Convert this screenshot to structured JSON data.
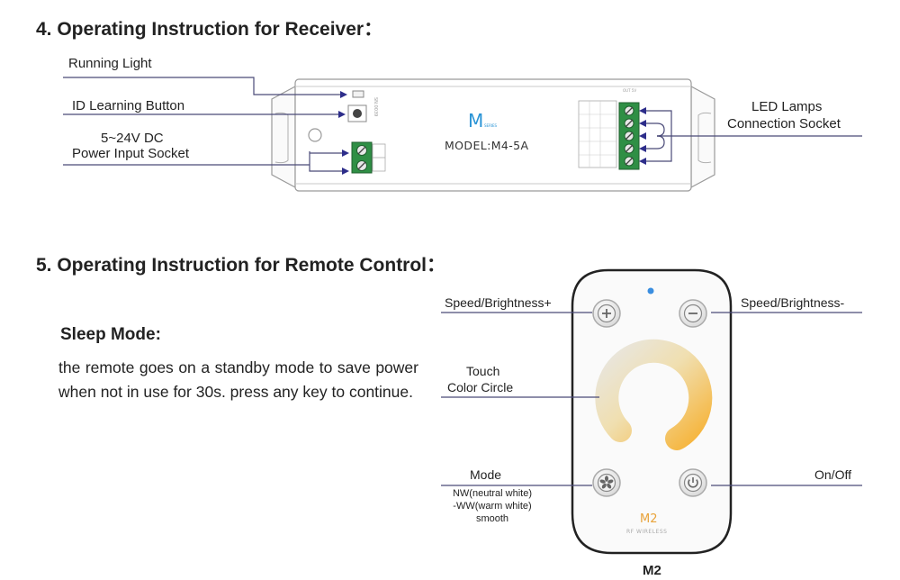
{
  "section4": {
    "title": "4. Operating Instruction for Receiver：",
    "labels": {
      "running_light": "Running Light",
      "id_learning": "ID Learning Button",
      "power_line1": "5~24V DC",
      "power_line2": "Power Input Socket",
      "led_line1": "LED Lamps",
      "led_line2": "Connection Socket"
    },
    "receiver": {
      "brand_letter": "M",
      "brand_suffix": "SERIES",
      "model": "MODEL:M4-5A",
      "output_text": "OUTPUT",
      "input_text": "INPUT"
    }
  },
  "section5": {
    "title": "5. Operating Instruction for Remote Control：",
    "sleep_heading": "Sleep Mode:",
    "sleep_text": "the remote goes on a standby mode to save power when not in use for 30s. press any key to continue.",
    "labels": {
      "speed_plus": "Speed/Brightness+",
      "speed_minus": "Speed/Brightness-",
      "touch_line1": "Touch",
      "touch_line2": "Color Circle",
      "mode": "Mode",
      "mode_nw": "NW(neutral white)",
      "mode_ww": "-WW(warm white)",
      "mode_smooth": "smooth",
      "onoff": "On/Off"
    },
    "remote": {
      "logo": "M2",
      "rf": "RF WIRELESS",
      "caption": "M2"
    }
  },
  "colors": {
    "line": "#4a4a78",
    "arrow": "#2d2d8a",
    "terminal_green": "#2f8f45",
    "warm": "#f5b640",
    "cool": "#e4e2dc",
    "led_blue": "#3a8ee0"
  }
}
